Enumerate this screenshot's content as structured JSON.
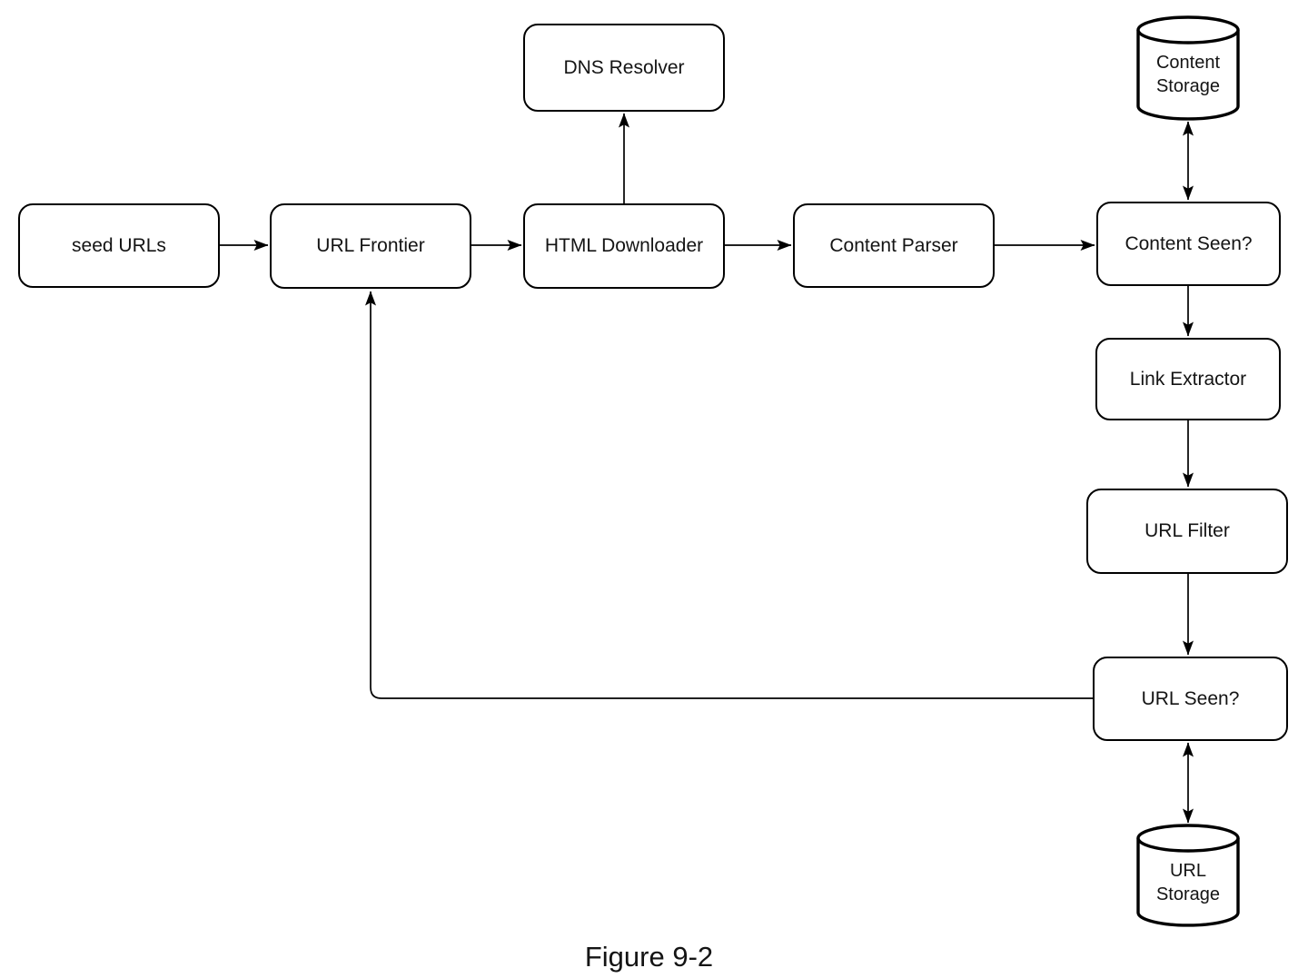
{
  "figure": {
    "caption": "Figure 9-2"
  },
  "colors": {
    "stroke": "#000000",
    "node_fill": "#ffffff",
    "background": "#ffffff",
    "text": "#141414"
  },
  "nodes": {
    "seed_urls": {
      "label": "seed URLs"
    },
    "url_frontier": {
      "label": "URL Frontier"
    },
    "html_downloader": {
      "label": "HTML Downloader"
    },
    "dns_resolver": {
      "label": "DNS Resolver"
    },
    "content_parser": {
      "label": "Content Parser"
    },
    "content_seen": {
      "label": "Content Seen?"
    },
    "link_extractor": {
      "label": "Link Extractor"
    },
    "url_filter": {
      "label": "URL Filter"
    },
    "url_seen": {
      "label": "URL Seen?"
    }
  },
  "storages": {
    "content_storage": {
      "label": "Content Storage",
      "shape": "cylinder"
    },
    "url_storage": {
      "label": "URL Storage",
      "shape": "cylinder"
    }
  },
  "edges": [
    {
      "from": "seed URLs",
      "to": "URL Frontier",
      "type": "arrow"
    },
    {
      "from": "URL Frontier",
      "to": "HTML Downloader",
      "type": "arrow"
    },
    {
      "from": "HTML Downloader",
      "to": "DNS Resolver",
      "type": "arrow"
    },
    {
      "from": "HTML Downloader",
      "to": "Content Parser",
      "type": "arrow"
    },
    {
      "from": "Content Parser",
      "to": "Content Seen?",
      "type": "arrow"
    },
    {
      "from": "Content Seen?",
      "to": "Content Storage",
      "type": "double-arrow"
    },
    {
      "from": "Content Seen?",
      "to": "Link Extractor",
      "type": "arrow"
    },
    {
      "from": "Link Extractor",
      "to": "URL Filter",
      "type": "arrow"
    },
    {
      "from": "URL Filter",
      "to": "URL Seen?",
      "type": "arrow"
    },
    {
      "from": "URL Seen?",
      "to": "URL Storage",
      "type": "double-arrow"
    },
    {
      "from": "URL Seen?",
      "to": "URL Frontier",
      "type": "arrow"
    }
  ]
}
